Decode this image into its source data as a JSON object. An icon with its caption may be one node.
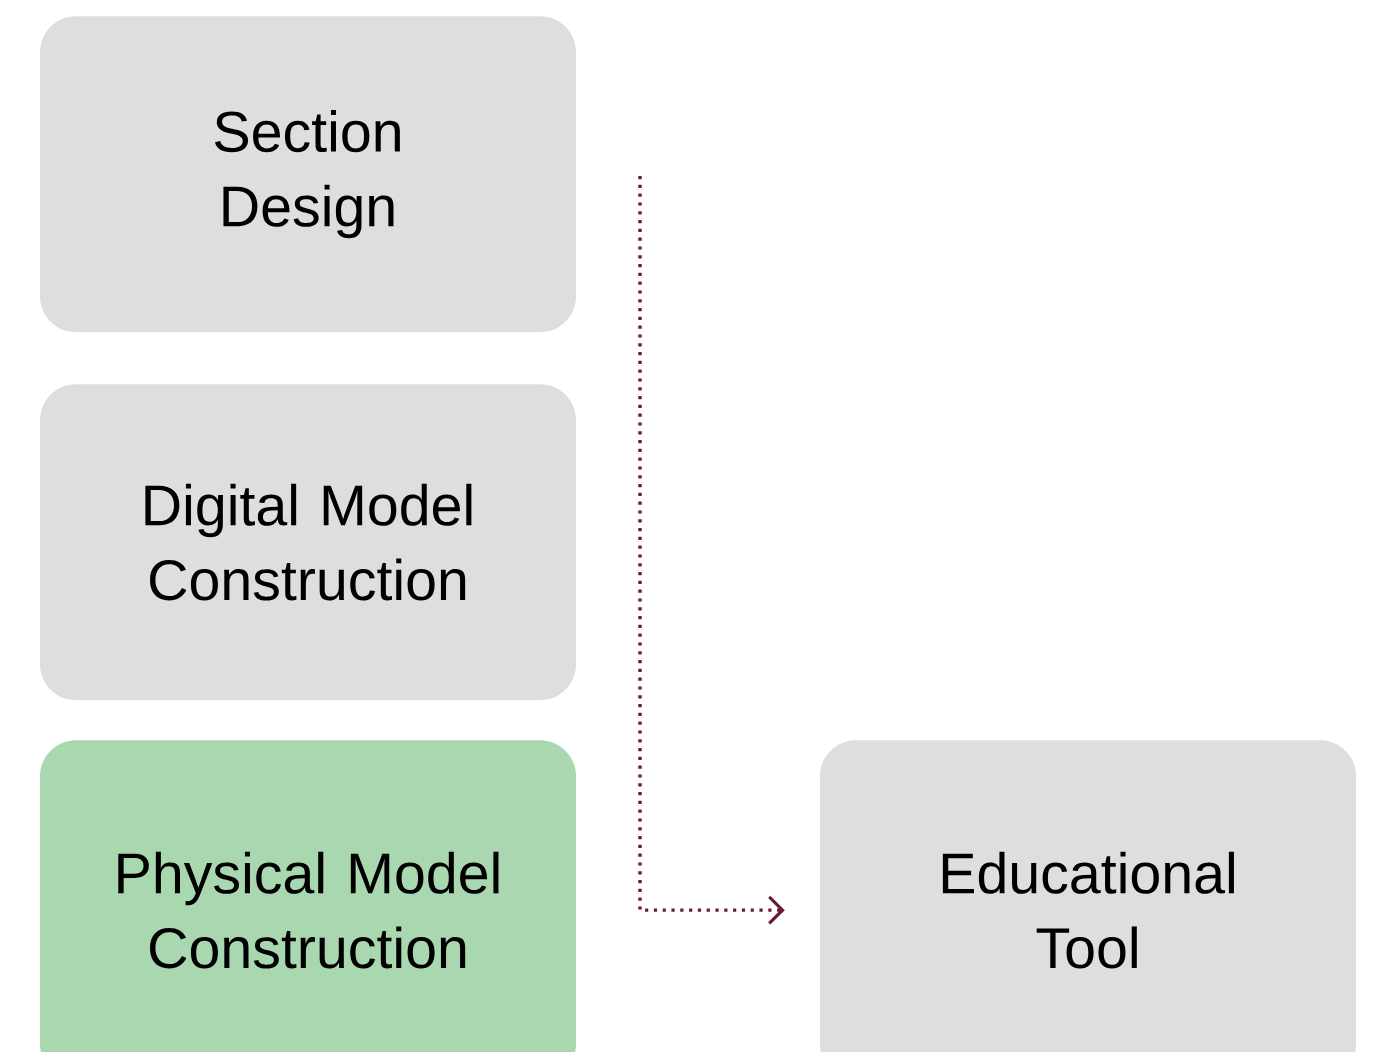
{
  "diagram": {
    "nodes": [
      {
        "text": [
          "Section Design"
        ]
      },
      {
        "text": [
          "Digital Model Construction"
        ]
      },
      {
        "text": [
          "Physical Model Construction"
        ]
      },
      {
        "text": [
          "Educational Tool"
        ]
      }
    ],
    "edges": [
      {
        "from": null,
        "to": 3,
        "arrow": "to",
        "style": "dashed",
        "color": "#6b1a33"
      }
    ]
  }
}
